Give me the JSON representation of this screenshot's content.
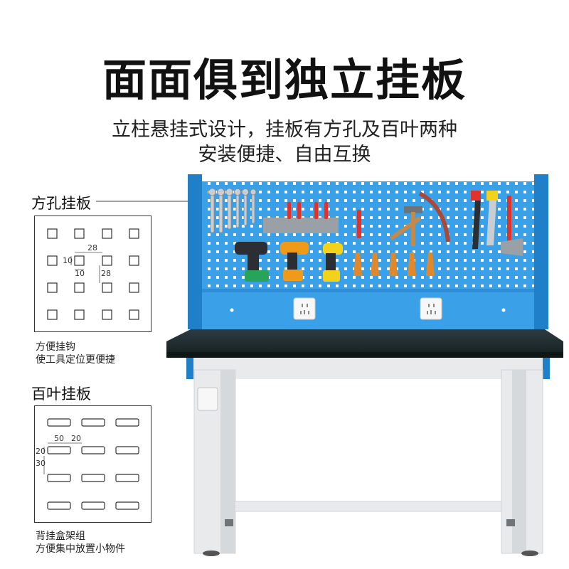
{
  "title": "面面俱到独立挂板",
  "subtitle_line1": "立柱悬挂式设计，挂板有方孔及百叶两种",
  "subtitle_line2": "安装便捷、自由互换",
  "square_panel": {
    "label": "方孔挂板",
    "dim_width": "28",
    "dim_gap": "10",
    "dim_gap_h": "10",
    "dim_height": "28",
    "note_line1": "方便挂钩",
    "note_line2": "使工具定位更便捷"
  },
  "louver_panel": {
    "label": "百叶挂板",
    "dim_width": "50",
    "dim_gap": "20",
    "dim_height_top": "20",
    "dim_height_pitch": "30",
    "note_line1": "背挂盒架组",
    "note_line2": "方便集中放置小物件"
  },
  "colors": {
    "board_blue": "#3aa0e8",
    "board_dark": "#1f7fc9",
    "tabletop": "#223036",
    "frame": "#e8eaec"
  }
}
